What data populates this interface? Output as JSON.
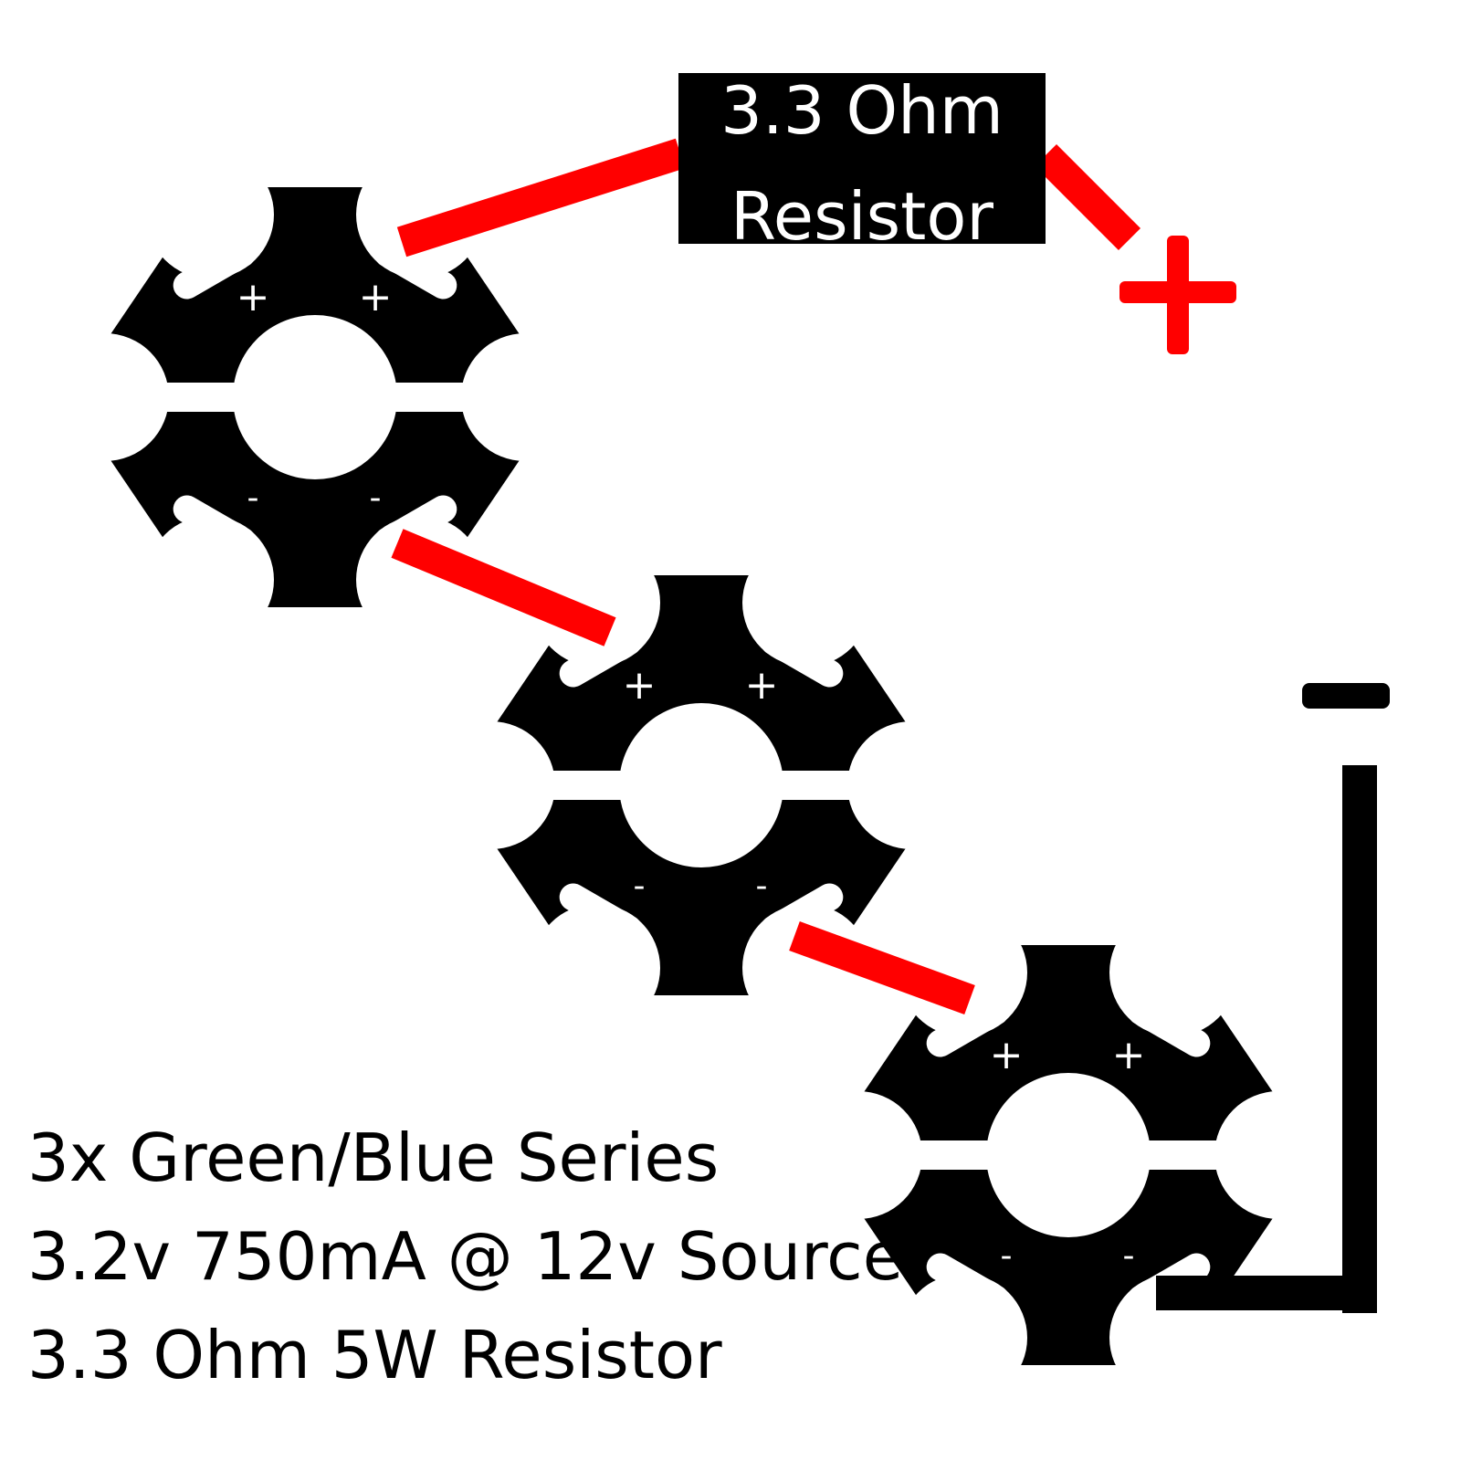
{
  "resistor_box": {
    "line1": "3.3 Ohm",
    "line2": "Resistor"
  },
  "terminals": {
    "positive": "+",
    "negative": "−"
  },
  "boards": [
    {
      "plus_left": "+",
      "plus_right": "+",
      "minus_left": "-",
      "minus_right": "-"
    },
    {
      "plus_left": "+",
      "plus_right": "+",
      "minus_left": "-",
      "minus_right": "-"
    },
    {
      "plus_left": "+",
      "plus_right": "+",
      "minus_left": "-",
      "minus_right": "-"
    }
  ],
  "notes": {
    "line1": "3x Green/Blue Series",
    "line2": "3.2v 750mA @ 12v Source",
    "line3": "3.3 Ohm 5W Resistor"
  },
  "colors": {
    "board": "#000000",
    "wire": "#ff0000",
    "background": "#ffffff"
  }
}
